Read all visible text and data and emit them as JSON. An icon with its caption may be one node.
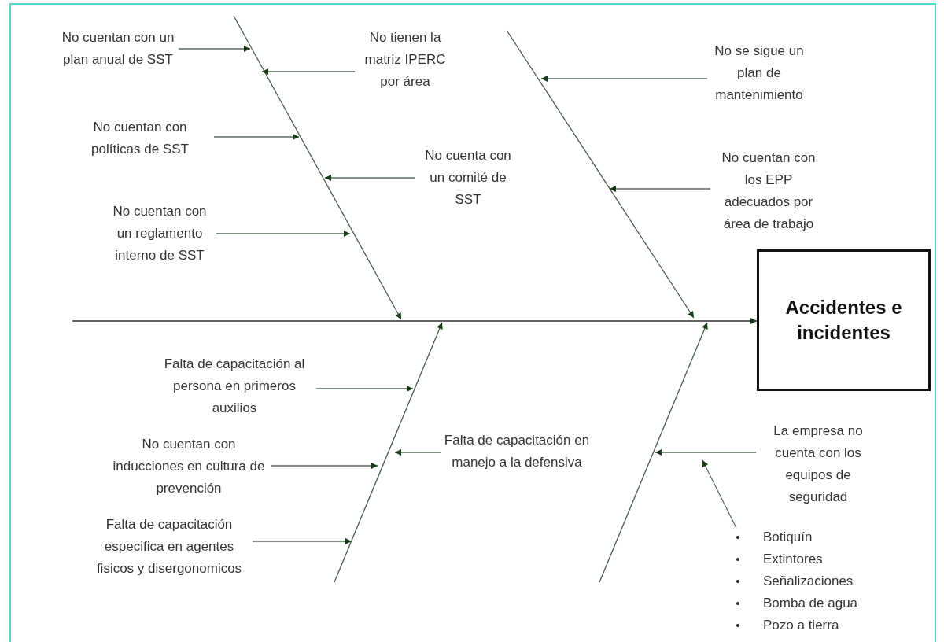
{
  "diagram": {
    "nodes": [
      {
        "text": [
          "No cuentan con un plan anual de SST"
        ]
      },
      {
        "text": [
          "No tienen la matriz IPERC por área"
        ]
      },
      {
        "text": [
          "No cuentan con políticas de SST"
        ]
      },
      {
        "text": [
          "No cuenta con un comité de SST"
        ]
      },
      {
        "text": [
          "No cuentan con un reglamento interno de SST"
        ]
      },
      {
        "text": [
          "No se sigue un plan de mantenimiento"
        ]
      },
      {
        "text": [
          "No cuentan con los EPP adecuados por área de trabajo"
        ]
      },
      {
        "text": [
          "Accidentes e incidentes"
        ]
      },
      {
        "text": [
          "Falta de capacitación al persona en primeros auxilios"
        ]
      },
      {
        "text": [
          "Falta de capacitación en manejo a la defensiva"
        ]
      },
      {
        "text": [
          "No cuentan con inducciones en cultura de prevención"
        ]
      },
      {
        "text": [
          "Falta de capacitación especifica en agentes fisicos y disergonomicos"
        ]
      },
      {
        "text": [
          "La empresa no cuenta con los equipos de seguridad"
        ]
      },
      {
        "text": [
          "Botiquín",
          "Extintores",
          "Señalizaciones",
          "Bomba de agua",
          "Pozo a tierra"
        ]
      }
    ],
    "edges": [
      {
        "from": 0,
        "to": null,
        "arrow": "to"
      },
      {
        "from": 1,
        "to": null,
        "arrow": "to"
      },
      {
        "from": 2,
        "to": null,
        "arrow": "to"
      },
      {
        "from": 3,
        "to": null,
        "arrow": "to"
      },
      {
        "from": 4,
        "to": null,
        "arrow": "to"
      },
      {
        "from": 5,
        "to": null,
        "arrow": "to"
      },
      {
        "from": 6,
        "to": null,
        "arrow": "to"
      },
      {
        "from": null,
        "to": 7,
        "arrow": "to"
      },
      {
        "from": 8,
        "to": null,
        "arrow": "to"
      },
      {
        "from": 9,
        "to": null,
        "arrow": "to"
      },
      {
        "from": 10,
        "to": null,
        "arrow": "to"
      },
      {
        "from": 11,
        "to": null,
        "arrow": "to"
      },
      {
        "from": 12,
        "to": null,
        "arrow": "to"
      },
      {
        "from": 13,
        "to": null,
        "arrow": "to"
      }
    ]
  }
}
